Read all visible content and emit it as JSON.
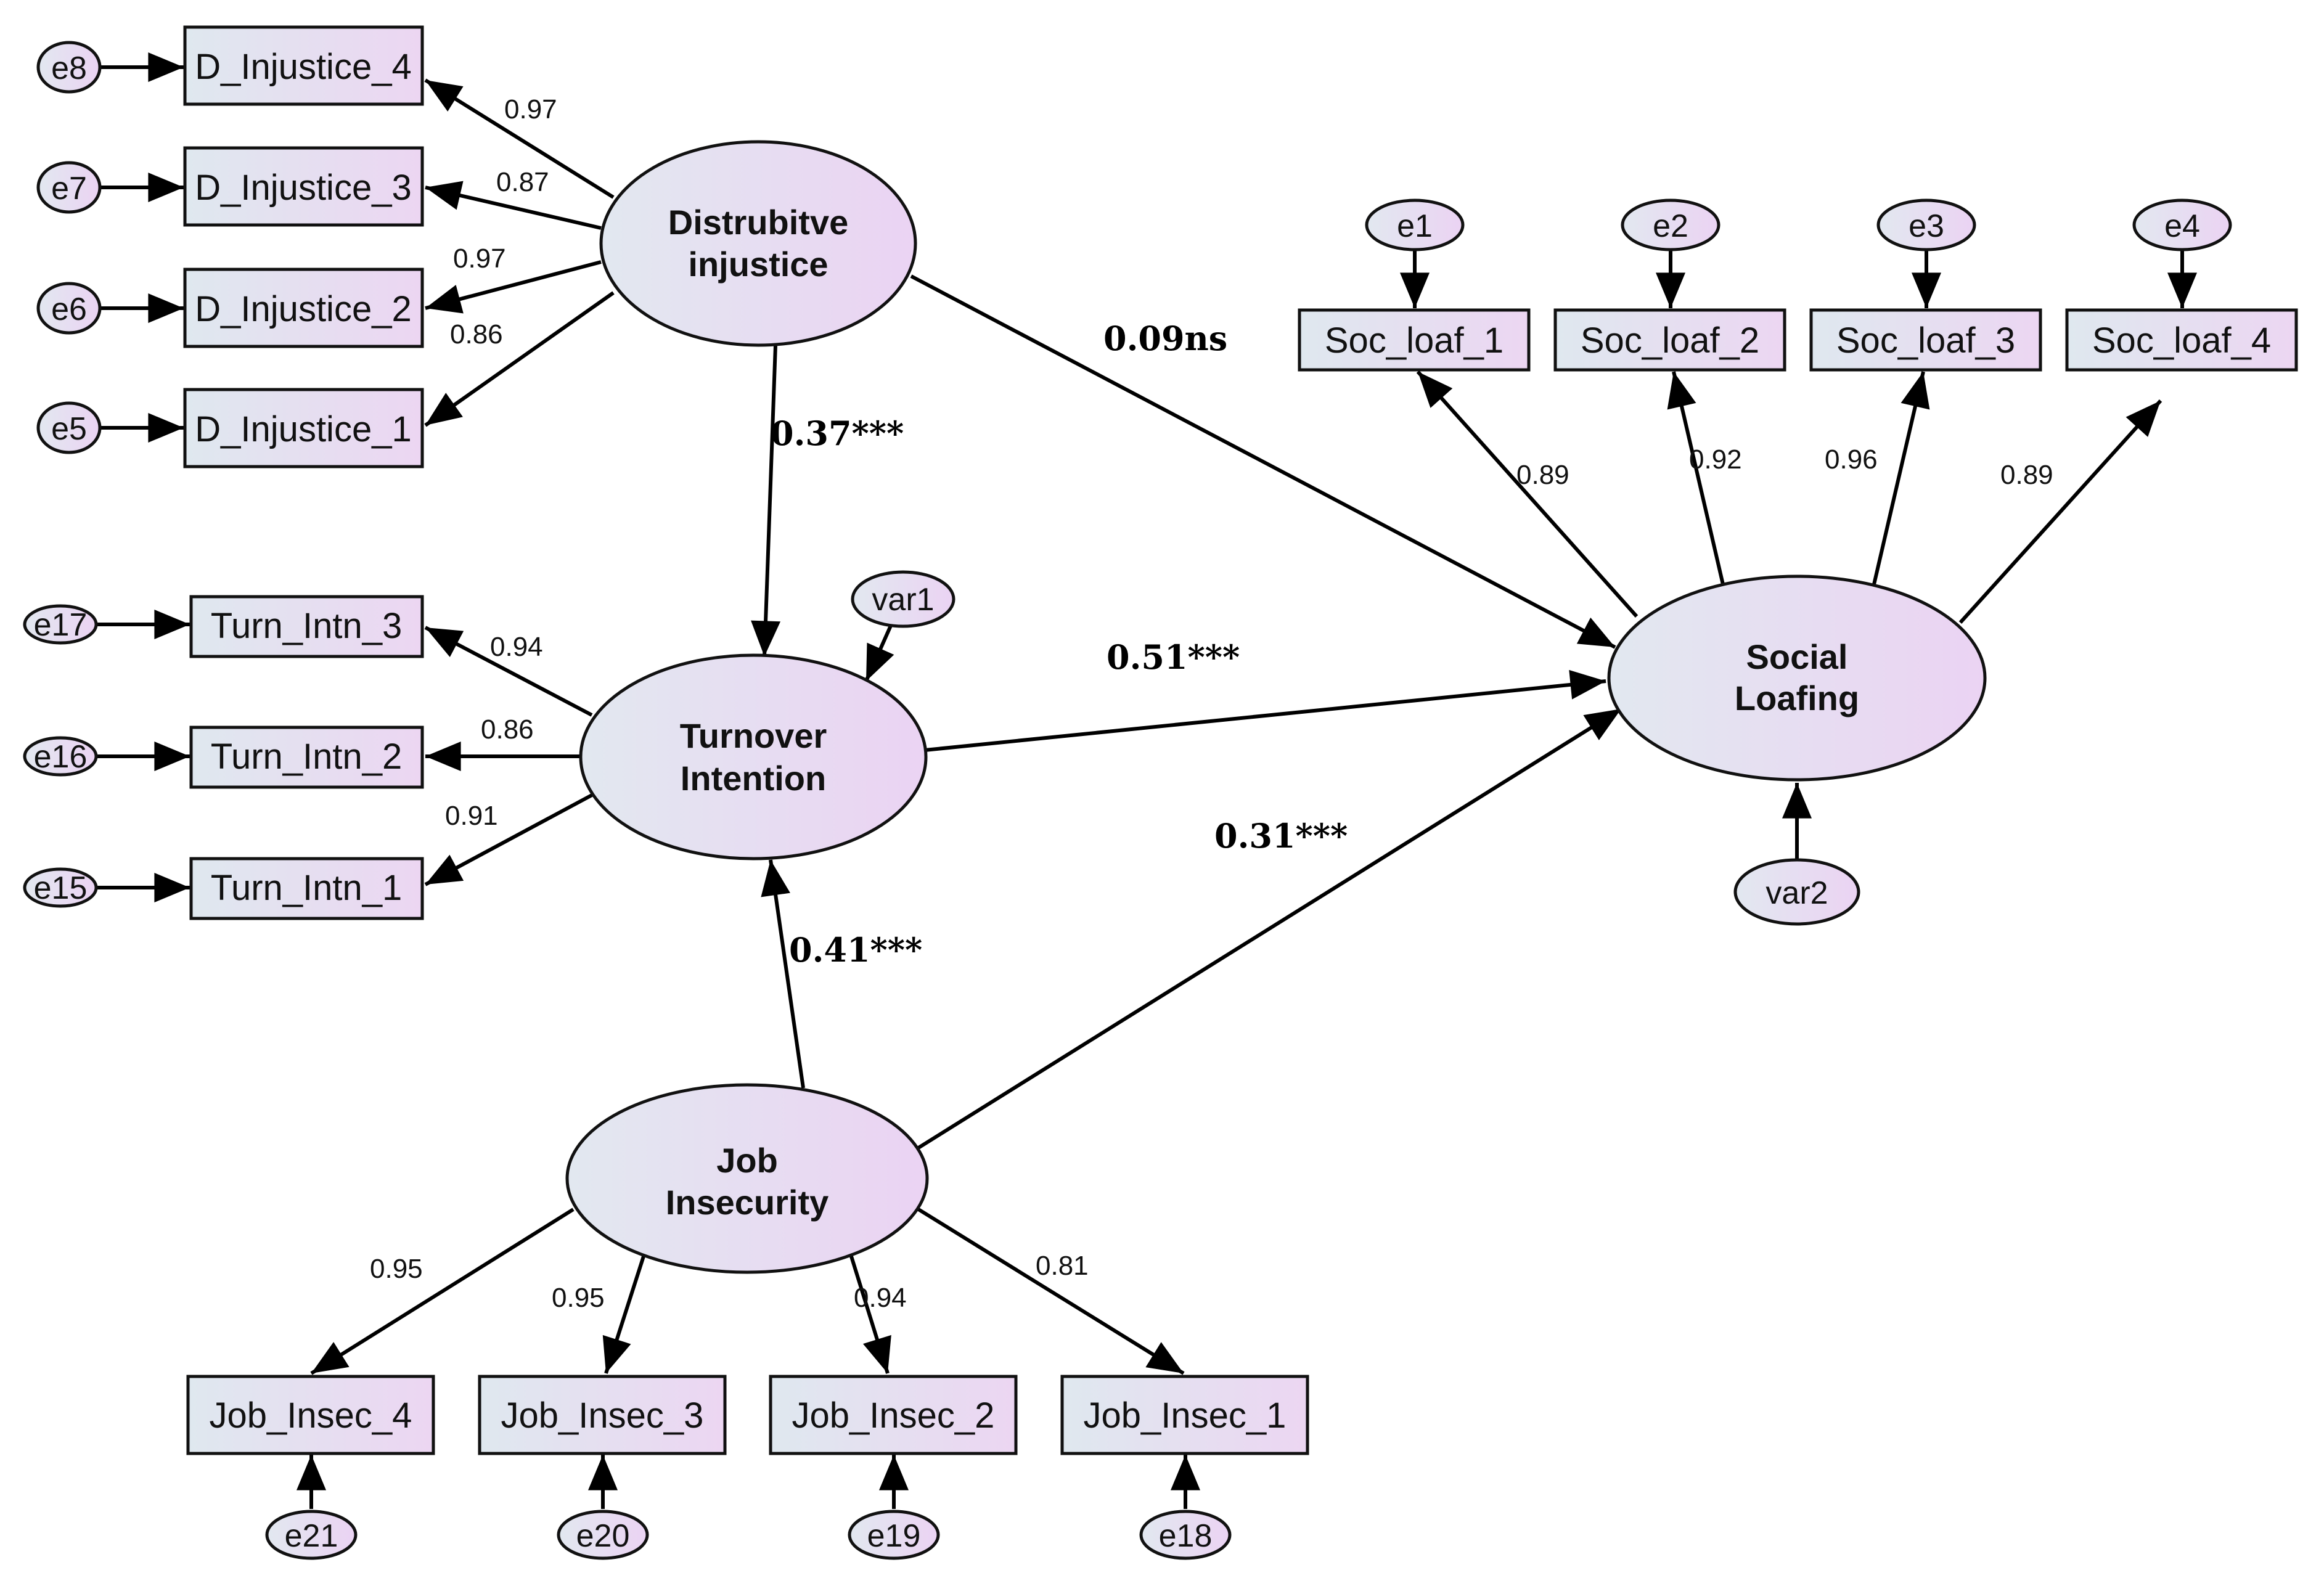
{
  "diagram": {
    "latents": {
      "dj": [
        "Distrubitve",
        "injustice"
      ],
      "ti": [
        "Turnover",
        "Intention"
      ],
      "ji": [
        "Job",
        "Insecurity"
      ],
      "sl": [
        "Social",
        "Loafing"
      ]
    },
    "indicators": {
      "dj4": "D_Injustice_4",
      "dj3": "D_Injustice_3",
      "dj2": "D_Injustice_2",
      "dj1": "D_Injustice_1",
      "ti3": "Turn_Intn_3",
      "ti2": "Turn_Intn_2",
      "ti1": "Turn_Intn_1",
      "ji4": "Job_Insec_4",
      "ji3": "Job_Insec_3",
      "ji2": "Job_Insec_2",
      "ji1": "Job_Insec_1",
      "sl1": "Soc_loaf_1",
      "sl2": "Soc_loaf_2",
      "sl3": "Soc_loaf_3",
      "sl4": "Soc_loaf_4"
    },
    "errors": {
      "e8": "e8",
      "e7": "e7",
      "e6": "e6",
      "e5": "e5",
      "e17": "e17",
      "e16": "e16",
      "e15": "e15",
      "e21": "e21",
      "e20": "e20",
      "e19": "e19",
      "e18": "e18",
      "e1": "e1",
      "e2": "e2",
      "e3": "e3",
      "e4": "e4",
      "var1": "var1",
      "var2": "var2"
    },
    "loadings": {
      "dj4": "0.97",
      "dj3": "0.87",
      "dj2": "0.97",
      "dj1": "0.86",
      "ti3": "0.94",
      "ti2": "0.86",
      "ti1": "0.91",
      "ji4": "0.95",
      "ji3": "0.95",
      "ji2": "0.94",
      "ji1": "0.81",
      "sl1": "0.89",
      "sl2": "0.92",
      "sl3": "0.96",
      "sl4": "0.89"
    },
    "paths": {
      "dj_sl": "0.09ns",
      "dj_ti": "0.37***",
      "ti_sl": "0.51***",
      "ji_sl": "0.31***",
      "ji_ti": "0.41***"
    },
    "colors": {
      "fill_start": "#dfe8ef",
      "fill_end": "#ecd6f2",
      "stroke": "#111111"
    }
  }
}
